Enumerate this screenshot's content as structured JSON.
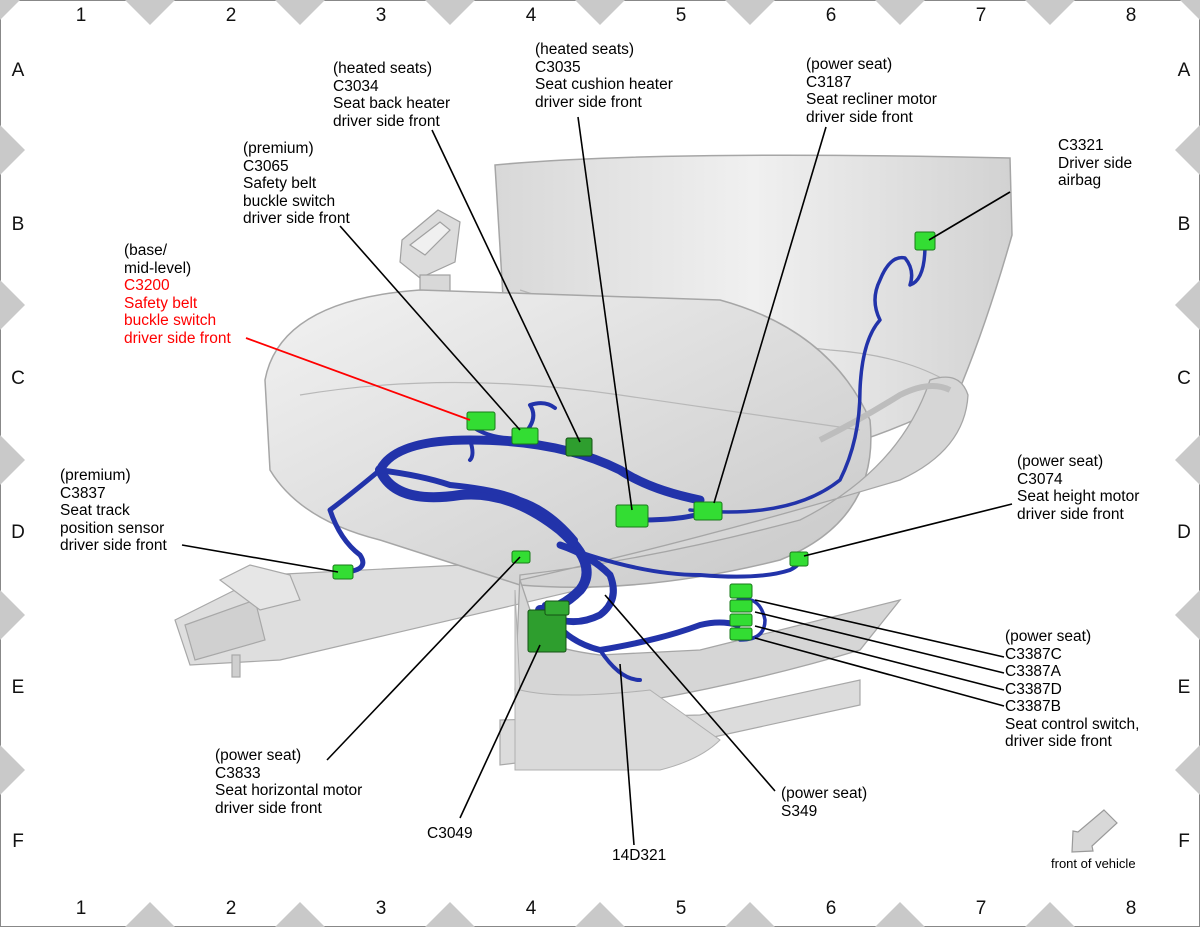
{
  "grid": {
    "columns": [
      "1",
      "2",
      "3",
      "4",
      "5",
      "6",
      "7",
      "8"
    ],
    "rows": [
      "A",
      "B",
      "C",
      "D",
      "E",
      "F"
    ]
  },
  "callouts": [
    {
      "id": "c3034",
      "lines": [
        "(heated seats)",
        "C3034",
        "Seat back heater",
        "driver side front"
      ]
    },
    {
      "id": "c3035",
      "lines": [
        "(heated seats)",
        "C3035",
        "Seat cushion heater",
        "driver side front"
      ]
    },
    {
      "id": "c3187",
      "lines": [
        "(power seat)",
        "C3187",
        "Seat recliner motor",
        "driver side front"
      ]
    },
    {
      "id": "c3321",
      "lines": [
        "C3321",
        "Driver side",
        "airbag"
      ]
    },
    {
      "id": "c3065",
      "lines": [
        "(premium)",
        "C3065",
        "Safety belt",
        "buckle switch",
        "driver side front"
      ]
    },
    {
      "id": "c3200",
      "lines": [
        "(base/",
        "mid-level)"
      ],
      "highlight_lines": [
        "C3200",
        "Safety belt",
        "buckle switch",
        "driver side front"
      ],
      "highlight_color": "#ff0000"
    },
    {
      "id": "c3837",
      "lines": [
        "(premium)",
        "C3837",
        "Seat track",
        "position sensor",
        "driver side front"
      ]
    },
    {
      "id": "c3074",
      "lines": [
        "(power seat)",
        "C3074",
        "Seat height motor",
        "driver side front"
      ]
    },
    {
      "id": "c3387",
      "lines": [
        "(power seat)",
        "C3387C",
        "C3387A",
        "C3387D",
        "C3387B",
        "Seat control switch,",
        "driver side front"
      ]
    },
    {
      "id": "c3833",
      "lines": [
        "(power seat)",
        "C3833",
        "Seat horizontal motor",
        "driver side front"
      ]
    },
    {
      "id": "c3049",
      "lines": [
        "C3049"
      ]
    },
    {
      "id": "w14d321",
      "lines": [
        "14D321"
      ]
    },
    {
      "id": "s349",
      "lines": [
        "(power seat)",
        "S349"
      ]
    }
  ],
  "front_of_vehicle": "front of vehicle",
  "colors": {
    "harness": "#2233aa",
    "connector": "#33dd33",
    "connector_dark": "#1a7a1a",
    "highlight": "#ff0000",
    "seat": "#e4e4e4",
    "border_triangle": "#c9c9c9"
  }
}
